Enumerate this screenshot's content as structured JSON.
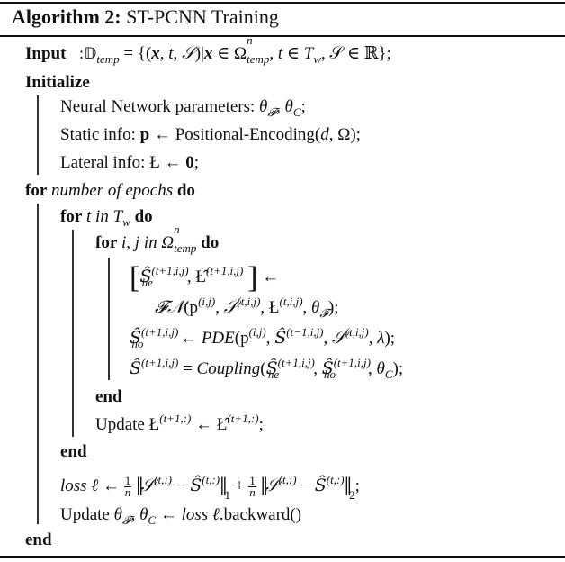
{
  "caption": {
    "label": "Algorithm 2:",
    "title": "ST-PCNN Training"
  },
  "lines": {
    "input_kw": "Input",
    "input_expr": ":𝔻",
    "input_sub": "temp",
    "input_rest1": " = {(",
    "input_x": "x",
    "input_rest2": ", t, ",
    "input_S": "𝒮",
    "input_rest3": ")|",
    "input_x2": "x",
    "input_rest4": " ∈ Ω",
    "input_sup_n": "n",
    "input_sub_temp": "temp",
    "input_rest5": ", t ∈ T",
    "input_sub_w": "w",
    "input_rest6": ", 𝒮 ∈ ℝ};",
    "initialize_kw": "Initialize",
    "init_nn_text": "Neural Network parameters: ",
    "init_nn_expr": "θ𝓕, θC;",
    "init_static_text": "Static info: ",
    "init_static_expr": "p ← Positional-Encoding(d, Ω);",
    "init_lateral_text": "Lateral info: ",
    "init_lateral_expr": "Ł ← 0;",
    "for1_kw": "for",
    "for1_cond": "number of epochs",
    "do_kw": "do",
    "for2_kw": "for",
    "for2_cond": "t  in T",
    "for2_sub": "w",
    "for3_kw": "for",
    "for3_cond": "i, j  in Ω",
    "for3_sup": "n",
    "for3_sub": "temp",
    "step1_lhs": "[Ŝ_he^(t+1,i,j), Ł̂^(t+1,i,j)] ←",
    "step1_rhs": "𝓕𝒩(p^(i,j), 𝒮^(t,i,j), Ł^(t,i,j), θ𝓕);",
    "step2": "Ŝ_ho^(t+1,i,j) ← PDE(p^(i,j), Ŝ^(t−1,i,j), 𝒮^(t,i,j), λ);",
    "step3": "Ŝ^(t+1,i,j) = Coupling(Ŝ_he^(t+1,i,j), Ŝ_ho^(t+1,i,j), θC);",
    "end_kw": "end",
    "update_L": "Update Ł^(t+1,:) ← Ł̂^(t+1,:);",
    "loss": "loss ℓ ← (1/n) ‖𝒮^(t,:) − Ŝ^(t,:)‖₁ + (1/n) ‖𝒮^(t,:) − Ŝ^(t,:)‖₂;",
    "update_theta": "Update θ𝓕, θC ← loss ℓ.backward()"
  },
  "tokens": {
    "update": "Update ",
    "loss_word": "loss ℓ",
    "backward": ".backward()",
    "arrow": " ← ",
    "semicolon": ";",
    "one": "1",
    "n": "n",
    "sub1": "1",
    "sub2": "2",
    "plus": " + ",
    "minus": " − ",
    "S": "𝒮",
    "Shat": "Ŝ",
    "L": "Ł",
    "Lhat": "Ł̂",
    "sup_t1ij": "(t+1,i,j)",
    "sup_tij": "(t,i,j)",
    "sup_tm1ij": "(t−1,i,j)",
    "sup_ij": "(i,j)",
    "sup_t1": "(t+1,:)",
    "sup_t": "(t,:)",
    "sub_he": "he",
    "sub_ho": "ho",
    "theta": "θ",
    "sub_F": "𝓕",
    "sub_C": "C",
    "FN": "𝓕𝒩",
    "p": "p",
    "PDE": "PDE",
    "Coupling": "Coupling",
    "lambda": "λ",
    "eq": " = "
  }
}
